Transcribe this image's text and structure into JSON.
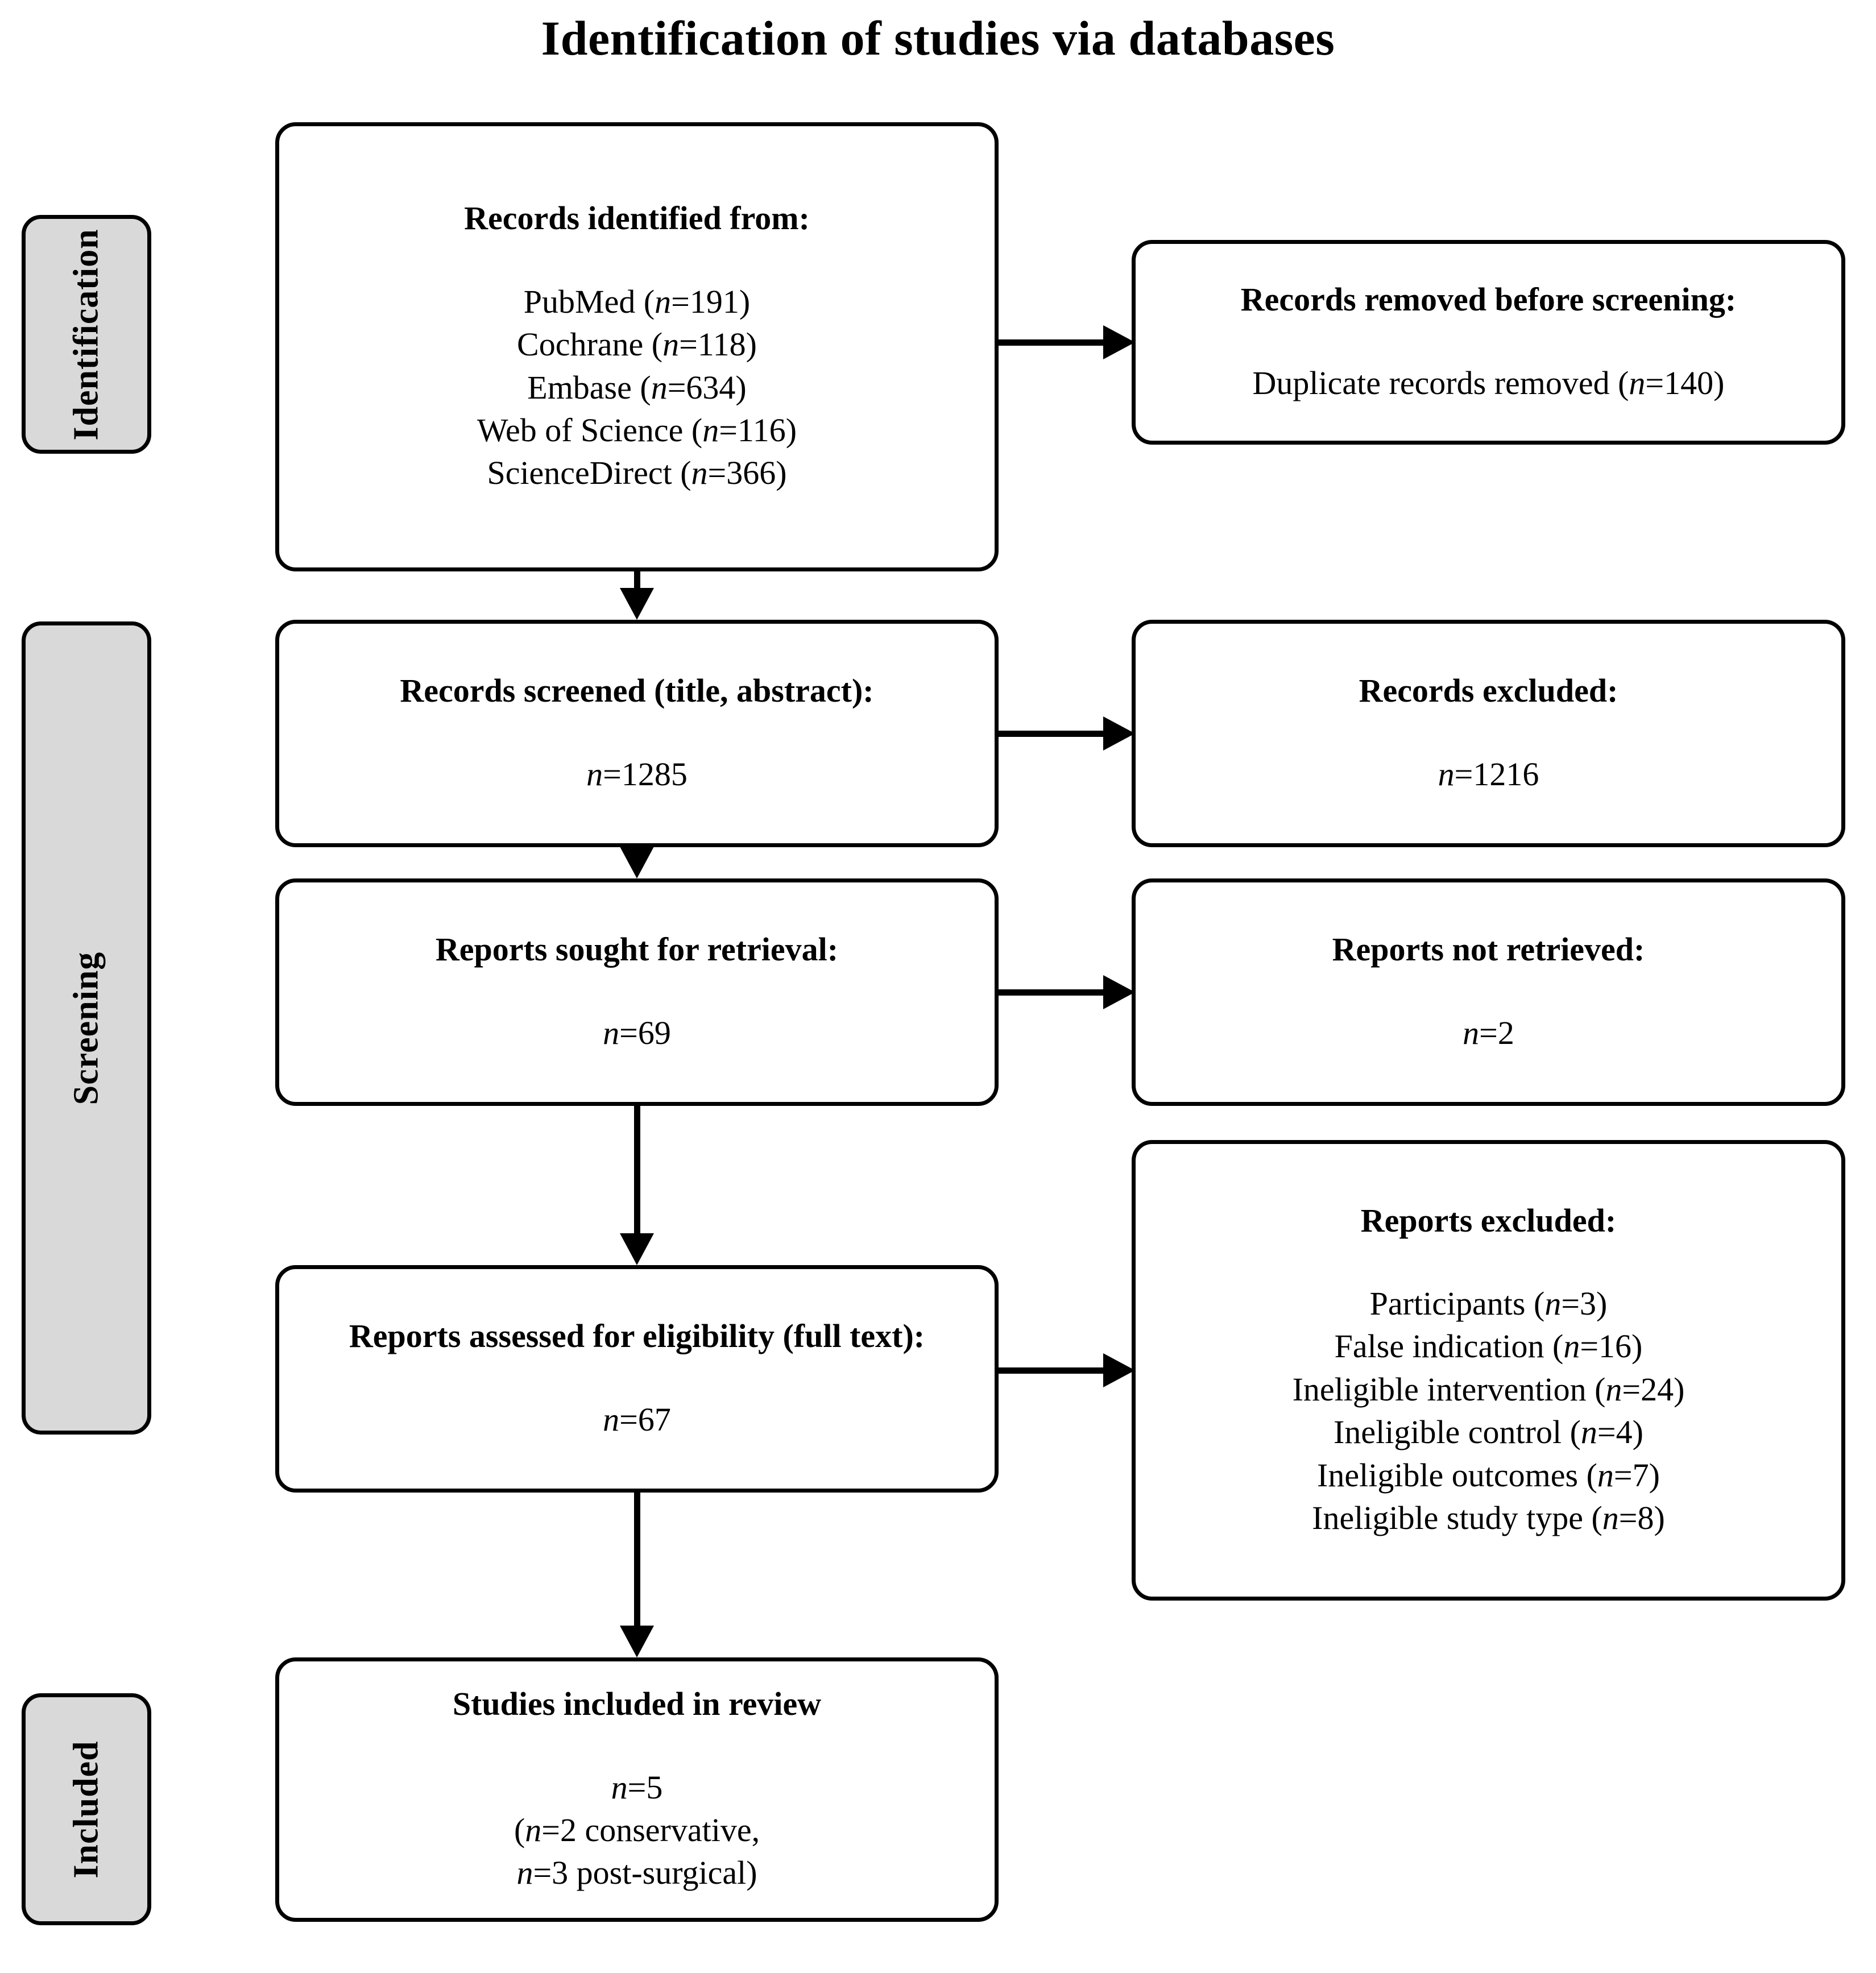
{
  "title": "Identification of studies via databases",
  "stages": [
    {
      "key": "identification",
      "label": "Identification"
    },
    {
      "key": "screening",
      "label": "Screening"
    },
    {
      "key": "included",
      "label": "Included"
    }
  ],
  "boxes": {
    "identified": {
      "heading": "Records identified from:",
      "lines": [
        "PubMed (n=191)",
        "Cochrane (n=118)",
        "Embase (n=634)",
        "Web of Science (n=116)",
        "ScienceDirect (n=366)"
      ],
      "sources": [
        {
          "name": "PubMed",
          "n": 191
        },
        {
          "name": "Cochrane",
          "n": 118
        },
        {
          "name": "Embase",
          "n": 634
        },
        {
          "name": "Web of Science",
          "n": 116
        },
        {
          "name": "ScienceDirect",
          "n": 366
        }
      ]
    },
    "removed_before_screening": {
      "heading": "Records removed before screening:",
      "lines": [
        "Duplicate records removed (n=140)"
      ],
      "duplicates_removed": 140
    },
    "screened": {
      "heading": "Records screened (title, abstract):",
      "lines": [
        "n=1285"
      ],
      "n": 1285
    },
    "records_excluded": {
      "heading": "Records excluded:",
      "lines": [
        "n=1216"
      ],
      "n": 1216
    },
    "sought_for_retrieval": {
      "heading": "Reports sought for retrieval:",
      "lines": [
        "n=69"
      ],
      "n": 69
    },
    "not_retrieved": {
      "heading": "Reports not retrieved:",
      "lines": [
        "n=2"
      ],
      "n": 2
    },
    "assessed_for_eligibility": {
      "heading": "Reports assessed for eligibility (full text):",
      "lines": [
        "n=67"
      ],
      "n": 67
    },
    "reports_excluded": {
      "heading": "Reports excluded:",
      "lines": [
        "Participants (n=3)",
        "False indication (n=16)",
        "Ineligible intervention (n=24)",
        "Ineligible control (n=4)",
        "Ineligible outcomes (n=7)",
        "Ineligible study type (n=8)"
      ],
      "reasons": [
        {
          "reason": "Participants",
          "n": 3
        },
        {
          "reason": "False indication",
          "n": 16
        },
        {
          "reason": "Ineligible intervention",
          "n": 24
        },
        {
          "reason": "Ineligible control",
          "n": 4
        },
        {
          "reason": "Ineligible outcomes",
          "n": 7
        },
        {
          "reason": "Ineligible study type",
          "n": 8
        }
      ]
    },
    "studies_included": {
      "heading": "Studies included in review",
      "lines": [
        "n=5",
        "(n=2 conservative,",
        "n=3 post-surgical)"
      ],
      "n": 5,
      "conservative": 2,
      "post_surgical": 3
    }
  },
  "colors": {
    "stage_pill_fill": "#d9d9d9",
    "stroke": "#000000",
    "box_fill": "#ffffff",
    "page_background": "#ffffff"
  }
}
